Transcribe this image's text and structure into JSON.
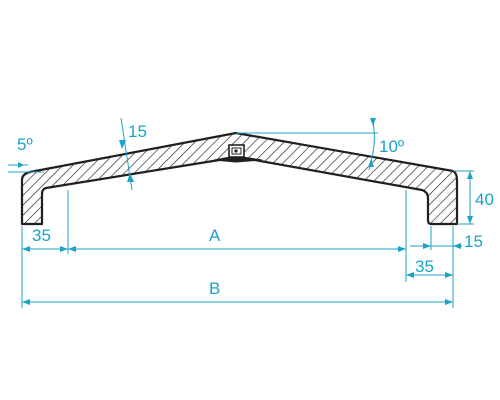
{
  "drawing": {
    "labels": {
      "angle_left": "5º",
      "thickness": "15",
      "angle_right": "10º",
      "height": "40",
      "bottom_lip": "15",
      "offset_left": "35",
      "offset_right": "35",
      "span_a": "A",
      "span_b": "B"
    },
    "colors": {
      "dimension": "#1ba3c6",
      "profile_outline": "#231f20",
      "hatch": "#231f20",
      "background": "#ffffff"
    }
  }
}
